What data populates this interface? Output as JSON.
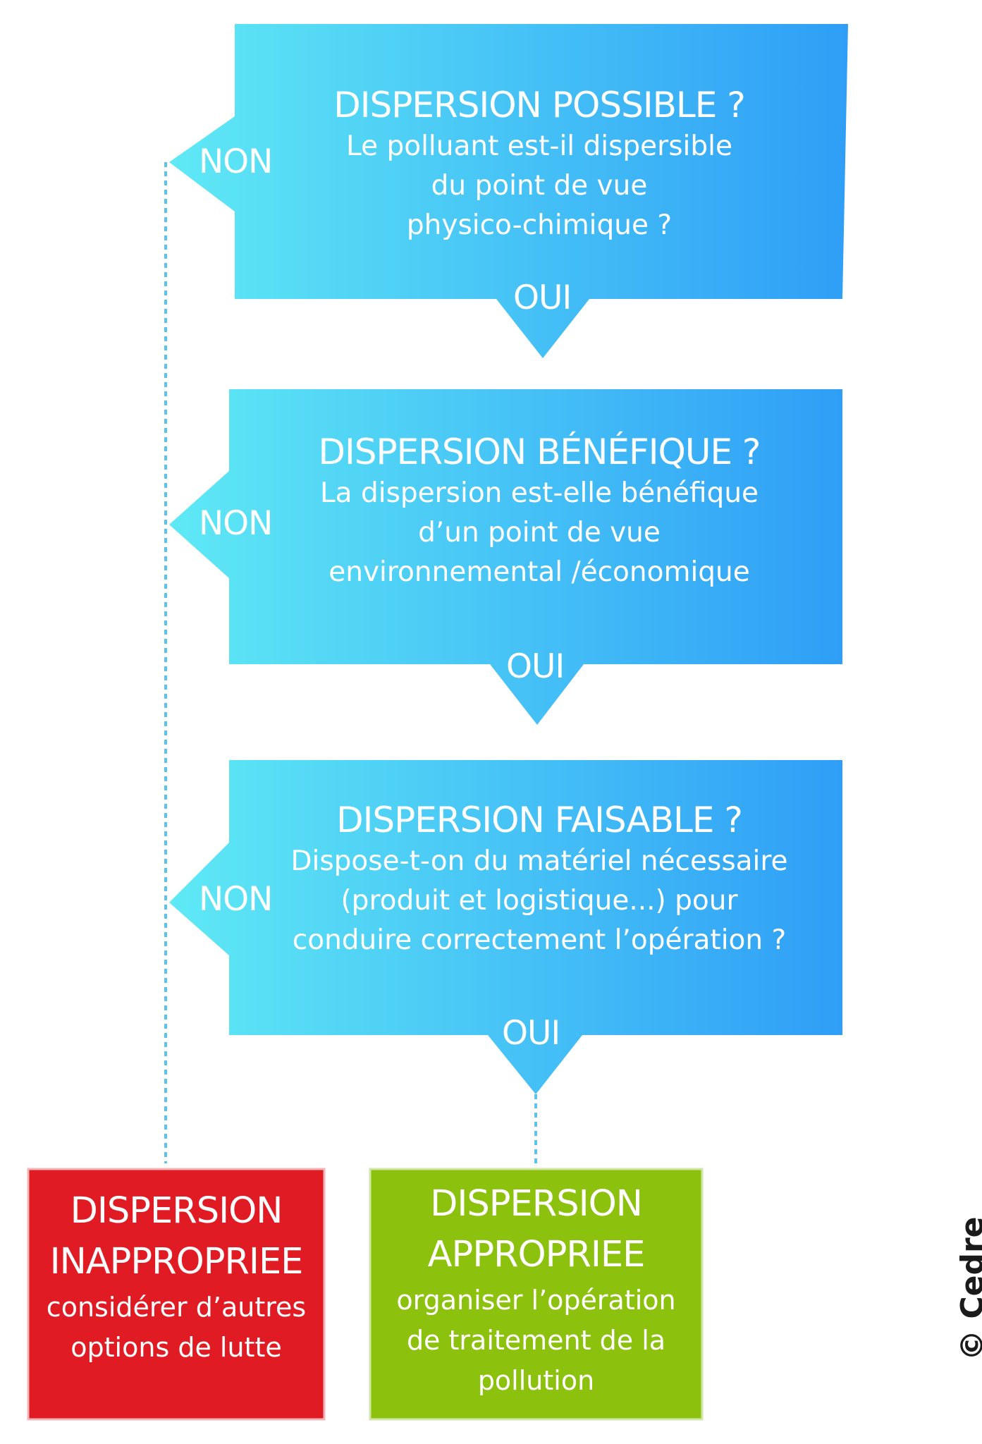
{
  "colors": {
    "gradient_start": "#5fe9f5",
    "gradient_end": "#2f9ef6",
    "connector": "#5cc3ec",
    "inappropriate": "#e01b23",
    "appropriate": "#8cc10e",
    "result_border": "#cfe6a8"
  },
  "questions": [
    {
      "title": "DISPERSION POSSIBLE ?",
      "lines": [
        "Le polluant est-il dispersible",
        "du point de vue",
        "physico-chimique ?"
      ],
      "no_label": "NON",
      "yes_label": "OUI"
    },
    {
      "title": "DISPERSION BÉNÉFIQUE ?",
      "lines": [
        "La dispersion est-elle bénéfique",
        "d’un point de vue",
        "environnemental /économique"
      ],
      "no_label": "NON",
      "yes_label": "OUI"
    },
    {
      "title": "DISPERSION FAISABLE ?",
      "lines": [
        "Dispose-t-on du matériel nécessaire",
        "(produit et logistique...) pour",
        "conduire correctement l’opération ?"
      ],
      "no_label": "NON",
      "yes_label": "OUI"
    }
  ],
  "results": {
    "inappropriate": {
      "title_lines": [
        "DISPERSION",
        "INAPPROPRIEE"
      ],
      "lines": [
        "considérer d’autres",
        "options de lutte"
      ]
    },
    "appropriate": {
      "title_lines": [
        "DISPERSION",
        "APPROPRIEE"
      ],
      "lines": [
        "organiser l’opération",
        "de traitement de la",
        "pollution"
      ]
    }
  },
  "copyright": "© Cedre"
}
